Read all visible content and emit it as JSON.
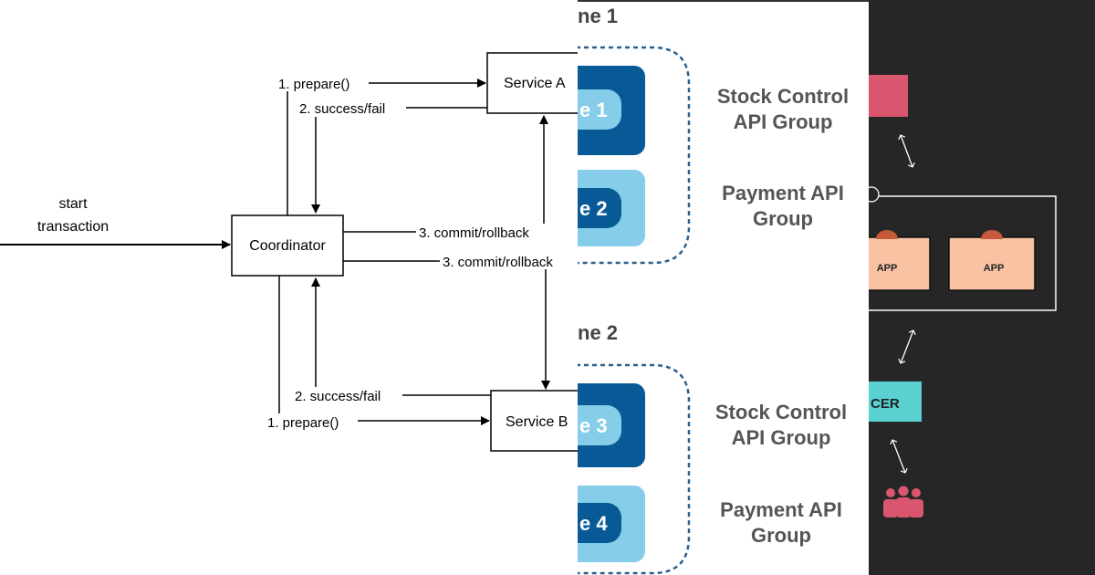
{
  "transaction_diagram": {
    "start_label_line1": "start",
    "start_label_line2": "transaction",
    "coordinator": "Coordinator",
    "service_a": "Service A",
    "service_b": "Service B",
    "a_prepare": "1. prepare()",
    "a_success": "2. success/fail",
    "a_commit": "3. commit/rollback",
    "b_commit": "3. commit/rollback",
    "b_success": "2. success/fail",
    "b_prepare": "1. prepare()"
  },
  "zones": {
    "zone1_title": "ne 1",
    "zone2_title": "ne 2",
    "node1": "e 1",
    "node2": "e 2",
    "node3": "e 3",
    "node4": "e 4",
    "zone1_stock": [
      "Stock Control",
      "API Group"
    ],
    "zone1_payment": [
      "Payment API",
      "Group"
    ],
    "zone2_stock": [
      "Stock Control",
      "API Group"
    ],
    "zone2_payment": [
      "Payment API",
      "Group"
    ],
    "colors": {
      "dark_blue": "#075a96",
      "light_blue": "#85cde8",
      "dashed_border": "#2b5f8e"
    }
  },
  "architecture": {
    "app1": "APP",
    "app2": "APP",
    "balancer": "CER",
    "users_icon": "users-icon",
    "colors": {
      "background": "#262626",
      "pink": "#d9566e",
      "app_fill": "#f8c2a3",
      "teal": "#5ad0d0"
    }
  }
}
